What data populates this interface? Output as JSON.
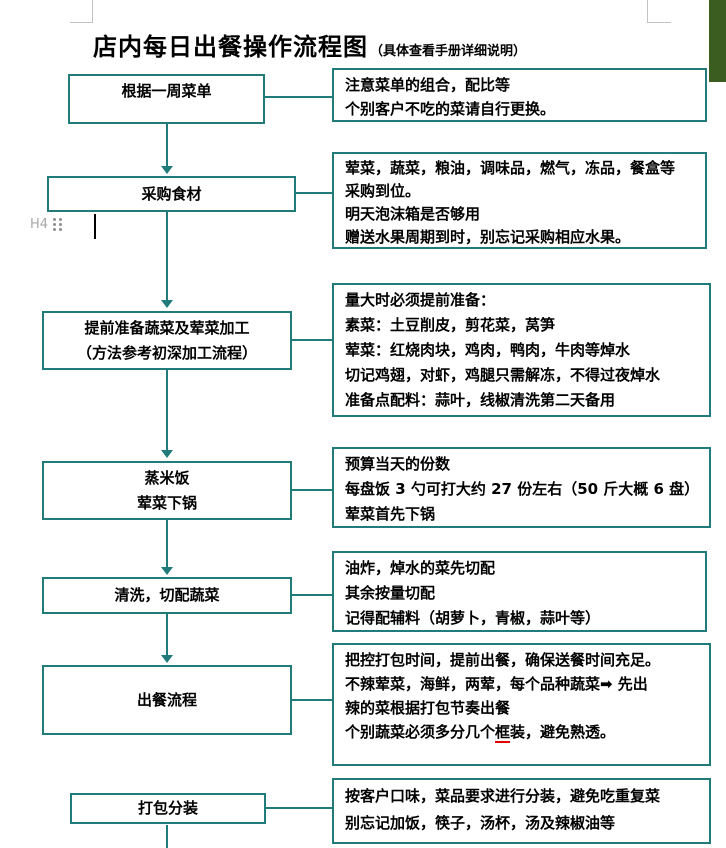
{
  "page": {
    "title": "店内每日出餐操作流程图",
    "subtitle": "（具体查看手册详细说明）"
  },
  "margin_ui": {
    "heading_marker": "H4",
    "drag_handle_icon": "six-dot-drag-handle",
    "text_cursor": "caret"
  },
  "colors": {
    "box_border": "#217B7B",
    "connector": "#217B7B",
    "right_accent_bar": "#3B5E20",
    "crop_mark": "#C3C3C3",
    "spell_underline": "#E00000"
  },
  "flowchart": {
    "steps": [
      {
        "lines": [
          "根据一周菜单"
        ]
      },
      {
        "lines": [
          "采购食材"
        ]
      },
      {
        "lines": [
          "提前准备蔬菜及荤菜加工",
          "（方法参考初深加工流程）"
        ]
      },
      {
        "lines": [
          "蒸米饭",
          "荤菜下锅"
        ]
      },
      {
        "lines": [
          "清洗，切配蔬菜"
        ]
      },
      {
        "lines": [
          "出餐流程"
        ]
      },
      {
        "lines": [
          "打包分装"
        ]
      }
    ],
    "notes": [
      {
        "lines": [
          "注意菜单的组合，配比等",
          "个别客户不吃的菜请自行更换。"
        ]
      },
      {
        "lines": [
          "荤菜，蔬菜，粮油，调味品，燃气，冻品，餐盒等",
          "采购到位。",
          "明天泡沫箱是否够用",
          "赠送水果周期到时，别忘记采购相应水果。"
        ]
      },
      {
        "lines": [
          "量大时必须提前准备：",
          "素菜：土豆削皮，剪花菜，莴笋",
          "荤菜：红烧肉块，鸡肉，鸭肉，牛肉等焯水",
          "切记鸡翅，对虾，鸡腿只需解冻，不得过夜焯水",
          "准备点配料：蒜叶，线椒清洗第二天备用"
        ]
      },
      {
        "lines": [
          "预算当天的份数",
          "每盘饭 3 勺可打大约 27 份左右（50 斤大概 6 盘）",
          "荤菜首先下锅"
        ]
      },
      {
        "lines": [
          "油炸，焯水的菜先切配",
          "其余按量切配",
          "记得配辅料（胡萝卜，青椒，蒜叶等）"
        ]
      },
      {
        "lines": [
          "把控打包时间，提前出餐，确保送餐时间充足。",
          "不辣荤菜，海鲜，两荤，每个品种蔬菜➡ 先出",
          "辣的菜根据打包节奏出餐"
        ],
        "line4": {
          "prefix": "个别蔬菜必须多分几个",
          "marked": "框",
          "suffix": "装，避免熟透。"
        }
      },
      {
        "lines": [
          "按客户口味，菜品要求进行分装，避免吃重复菜",
          "别忘记加饭，筷子，汤杯，汤及辣椒油等"
        ]
      }
    ]
  }
}
